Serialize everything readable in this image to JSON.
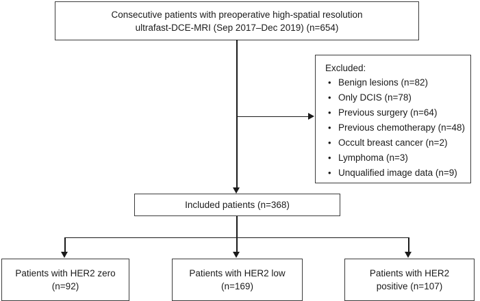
{
  "flowchart": {
    "top_box": {
      "line1": "Consecutive patients with preoperative high-spatial resolution",
      "line2": "ultrafast-DCE-MRI (Sep 2017–Dec 2019) (n=654)"
    },
    "excluded_box": {
      "title": "Excluded:",
      "bullet_glyph": "•",
      "items": [
        "Benign lesions (n=82)",
        "Only DCIS (n=78)",
        "Previous surgery (n=64)",
        "Previous chemotherapy (n=48)",
        "Occult breast cancer (n=2)",
        "Lymphoma (n=3)",
        "Unqualified image data (n=9)"
      ]
    },
    "included_box": {
      "label": "Included patients (n=368)"
    },
    "outcome_boxes": [
      {
        "line1": "Patients with HER2 zero",
        "line2": "(n=92)"
      },
      {
        "line1": "Patients with HER2 low",
        "line2": "(n=169)"
      },
      {
        "line1": "Patients with HER2",
        "line2": "positive (n=107)"
      }
    ],
    "colors": {
      "box_border": "#3a3a3a",
      "connector": "#1a1a1a",
      "text": "#1a1a1a",
      "background": "#ffffff"
    }
  }
}
